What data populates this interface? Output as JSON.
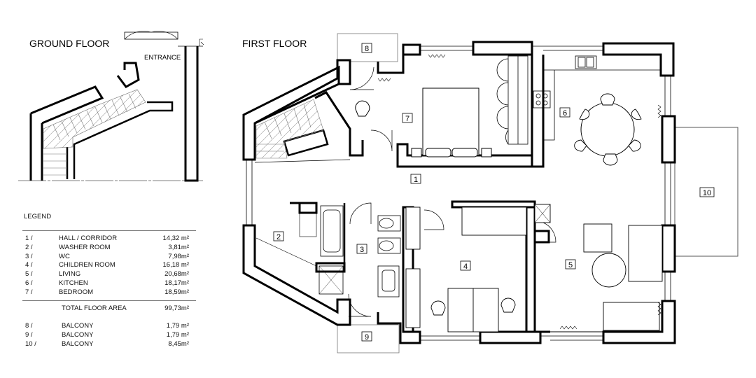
{
  "titles": {
    "ground_floor": "GROUND FLOOR",
    "first_floor": "FIRST FLOOR",
    "entrance": "ENTRANCE"
  },
  "room_tags": [
    "1",
    "2",
    "3",
    "4",
    "5",
    "6",
    "7",
    "8",
    "9",
    "10"
  ],
  "legend": {
    "heading": "LEGEND",
    "rooms": [
      {
        "num": "1 /",
        "name": "HALL / CORRIDOR",
        "area": "14,32 m²"
      },
      {
        "num": "2 /",
        "name": "WASHER ROOM",
        "area": "3,81m²"
      },
      {
        "num": "3 /",
        "name": "WC",
        "area": "7,98m²"
      },
      {
        "num": "4 /",
        "name": "CHILDREN ROOM",
        "area": "16,18 m²"
      },
      {
        "num": "5 /",
        "name": "LIVING",
        "area": "20,68m²"
      },
      {
        "num": "6 /",
        "name": "KITCHEN",
        "area": "18,17m²"
      },
      {
        "num": "7 /",
        "name": "BEDROOM",
        "area": "18,59m²"
      }
    ],
    "total": {
      "name": "TOTAL FLOOR AREA",
      "area": "99,73m²"
    },
    "balconies": [
      {
        "num": "8 /",
        "name": "BALCONY",
        "area": "1,79 m²"
      },
      {
        "num": "9 /",
        "name": "BALCONY",
        "area": "1,79 m²"
      },
      {
        "num": "10 /",
        "name": "BALCONY",
        "area": "8,45m²"
      }
    ]
  }
}
